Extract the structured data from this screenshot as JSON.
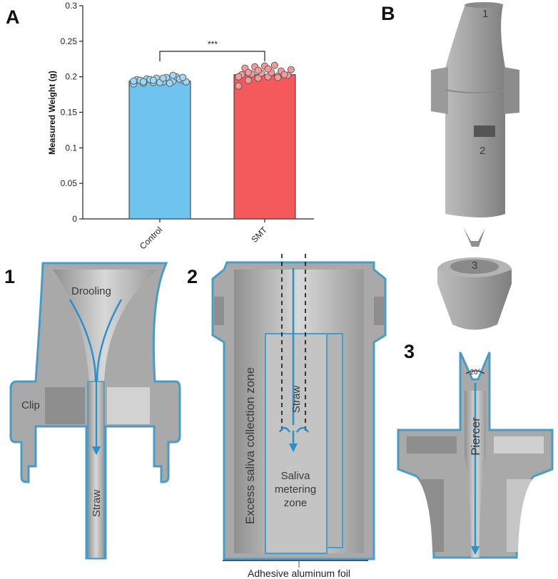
{
  "panels": {
    "a": "A",
    "b": "B",
    "n1": "1",
    "n2": "2",
    "n3": "3"
  },
  "chart_data": {
    "type": "bar",
    "categories": [
      "Control",
      "SMT"
    ],
    "values": [
      0.194,
      0.203
    ],
    "ylabel": "Measured Weight (g)",
    "ylim": [
      0,
      0.3
    ],
    "yticks": [
      "0",
      "0.05",
      "0.1",
      "0.15",
      "0.2",
      "0.25",
      "0.3"
    ],
    "significance": "***",
    "colors": [
      "#6ec3ef",
      "#f4595b"
    ],
    "points": {
      "Control": [
        0.19,
        0.191,
        0.192,
        0.193,
        0.194,
        0.195,
        0.196,
        0.197,
        0.198,
        0.199,
        0.2,
        0.193,
        0.195,
        0.196,
        0.192,
        0.191,
        0.197,
        0.194,
        0.193,
        0.195,
        0.198,
        0.202,
        0.199
      ],
      "SMT": [
        0.187,
        0.195,
        0.198,
        0.2,
        0.201,
        0.202,
        0.203,
        0.204,
        0.205,
        0.206,
        0.208,
        0.21,
        0.212,
        0.214,
        0.215,
        0.216,
        0.203,
        0.2,
        0.206,
        0.209,
        0.211,
        0.199
      ]
    }
  },
  "renders": {
    "top_num1": "1",
    "top_num2": "2",
    "top_num3": "3"
  },
  "section1": {
    "drooling": "Drooling",
    "clip": "Clip",
    "straw": "Straw"
  },
  "section2": {
    "excess": "Excess saliva collection zone",
    "straw": "Straw",
    "metering1": "Saliva",
    "metering2": "metering",
    "metering3": "zone",
    "foil": "Adhesive aluminum foil"
  },
  "section3": {
    "piercer": "Piercer",
    "angle": "20°"
  },
  "colors": {
    "outline": "#4a9cc6",
    "flow": "#2f8fc8",
    "grey": "#a9a9a9"
  }
}
